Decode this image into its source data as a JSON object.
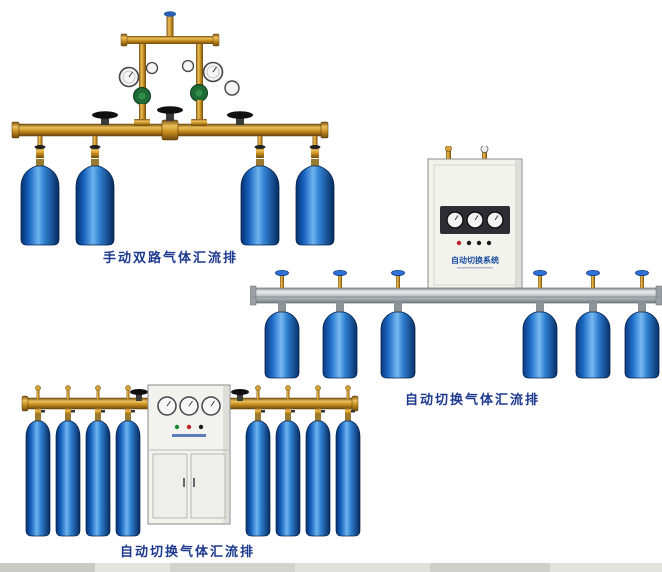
{
  "page": {
    "background": "#ffffff",
    "footer_strip_color": "#dcdcd8"
  },
  "captions": {
    "manual_dual": "手动双路气体汇流排",
    "auto_switch_a": "自动切换气体汇流排",
    "auto_switch_b": "自动切换气体汇流排"
  },
  "labels": {
    "cabinet_a": "自动切换系统"
  },
  "colors": {
    "caption_blue": "#1e3a8f",
    "cylinder_blue": "#1565c0",
    "brass": "#c8922a",
    "manifold_silver": "#b9bec3",
    "cabinet_white": "#f3f3ee",
    "regulator_green": "#1f6b35",
    "handwheel_black": "#111111",
    "valve_wheel_blue": "#2f72d9"
  }
}
